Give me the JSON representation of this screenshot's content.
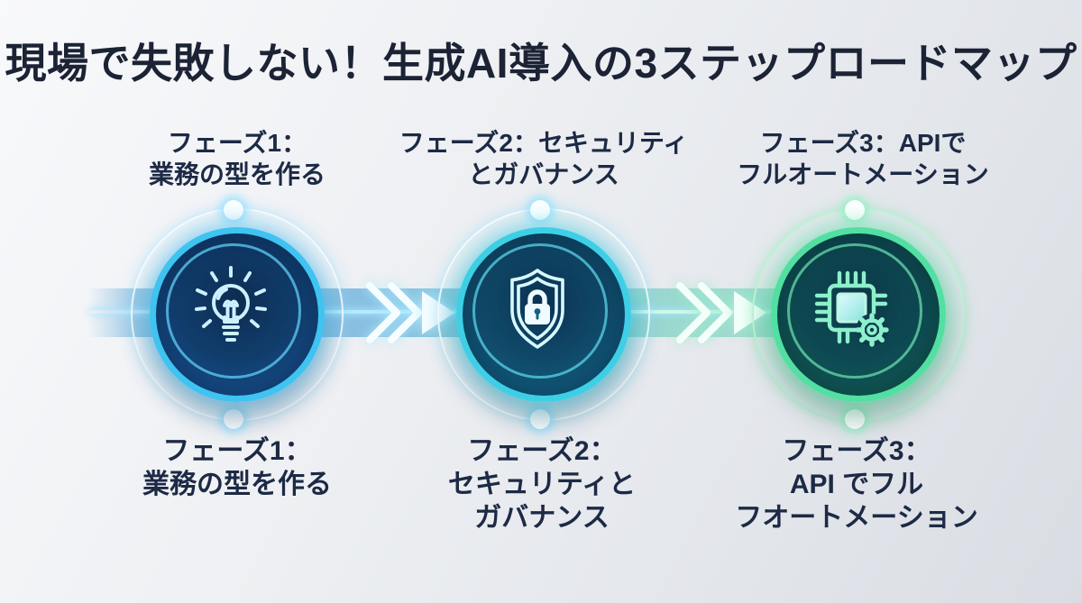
{
  "title": "現場で失敗しない！生成AI導入の3ステップロードマップ",
  "phases": [
    {
      "name": "phase-1",
      "top_label_line1": "フェーズ1：",
      "top_label_line2": "業務の型を作る",
      "bottom_label_line1": "フェーズ1：",
      "bottom_label_line2": "業務の型を作る",
      "bottom_label_line3": "",
      "icon": "lightbulb-icon",
      "accent_color": "#3fc3f0"
    },
    {
      "name": "phase-2",
      "top_label_line1": "フェーズ2：セキュリティ",
      "top_label_line2": "とガバナンス",
      "bottom_label_line1": "フェーズ2：",
      "bottom_label_line2": "セキュリティと",
      "bottom_label_line3": "ガバナンス",
      "icon": "shield-lock-icon",
      "accent_color": "#3ecfe6"
    },
    {
      "name": "phase-3",
      "top_label_line1": "フェーズ3：APIで",
      "top_label_line2": "フルオートメーション",
      "bottom_label_line1": "フェーズ3：",
      "bottom_label_line2": "API でフル",
      "bottom_label_line3": "フオートメーション",
      "icon": "chip-gear-icon",
      "accent_color": "#52dfa2"
    }
  ],
  "colors": {
    "title_text": "#1b2335",
    "label_text": "#1d2a45",
    "connector_blue": "#78b8df",
    "connector_teal": "#96daca",
    "background_light": "#f8f9fb",
    "background_dark": "#d9dde3"
  }
}
